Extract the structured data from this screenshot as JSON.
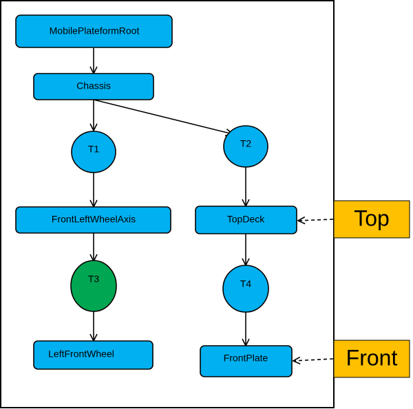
{
  "colors": {
    "node_fill": "#00B0F0",
    "transform_fill": "#00B0F0",
    "highlight_fill": "#00A651",
    "tag_fill": "#FFC000",
    "stroke": "#000000",
    "frame": "#000000",
    "background": "#FFFFFF"
  },
  "nodes": {
    "root": "MobilePlateformRoot",
    "chassis": "Chassis",
    "t1": "T1",
    "t2": "T2",
    "front_left_wheel_axis": "FrontLeftWheelAxis",
    "top_deck": "TopDeck",
    "t3": "T3",
    "t4": "T4",
    "left_front_wheel": "LeftFrontWheel",
    "front_plate": "FrontPlate"
  },
  "tags": {
    "top": "Top",
    "front": "Front"
  }
}
